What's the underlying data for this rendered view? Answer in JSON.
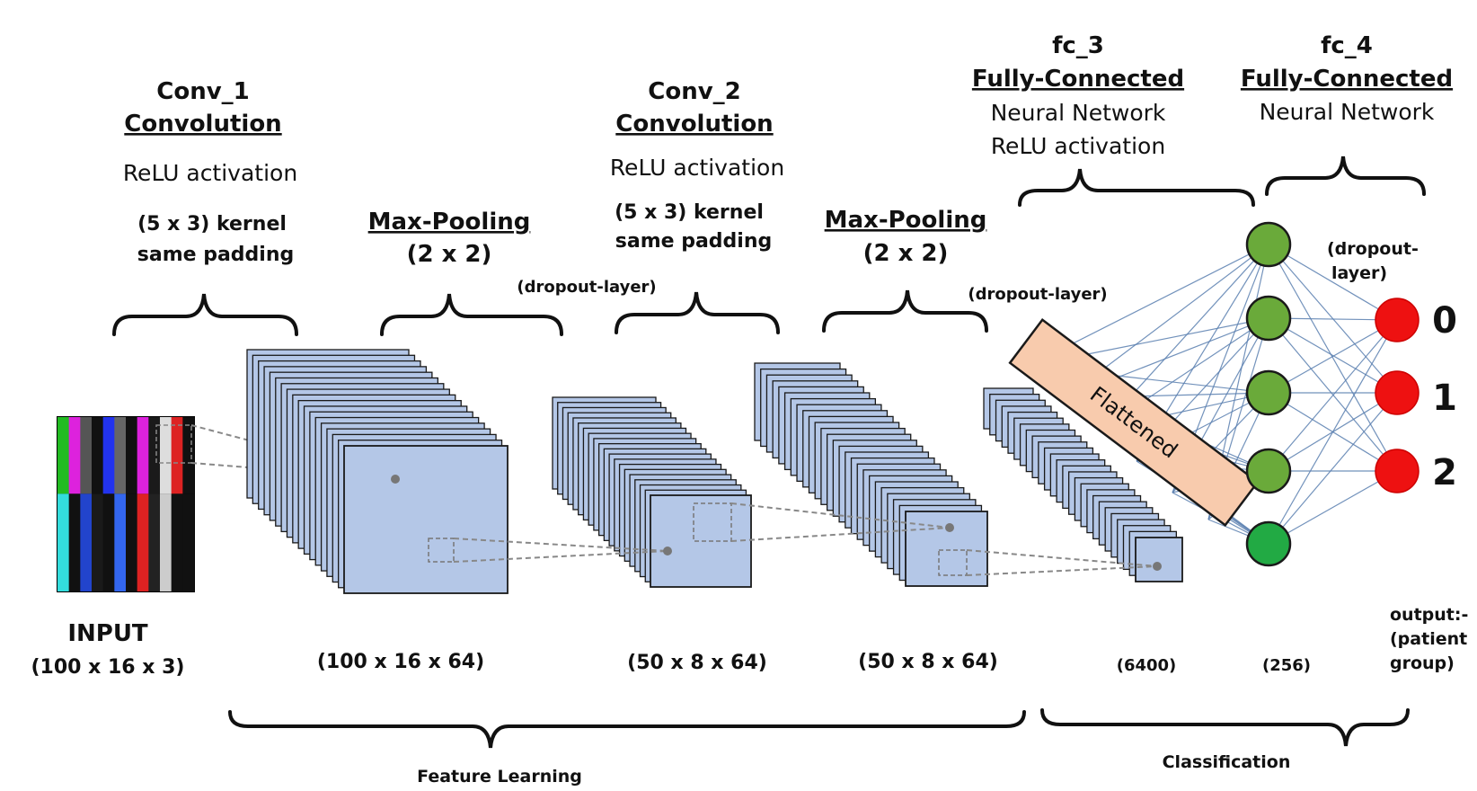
{
  "input": {
    "title": "INPUT",
    "shape": "(100 x 16 x 3)",
    "columns": [
      [
        "#22bb22",
        "#33dddd"
      ],
      [
        "#dd22dd",
        "#111111"
      ],
      [
        "#555555",
        "#2244cc"
      ],
      [
        "#111111",
        "#1a1a1a"
      ],
      [
        "#2233ee",
        "#111111"
      ],
      [
        "#666666",
        "#3366ee"
      ],
      [
        "#111111",
        "#111111"
      ],
      [
        "#dd22dd",
        "#dd2222"
      ],
      [
        "#1a1a1a",
        "#222222"
      ],
      [
        "#dddddd",
        "#cccccc"
      ],
      [
        "#dd2222",
        "#111111"
      ],
      [
        "#111111",
        "#111111"
      ]
    ]
  },
  "conv1": {
    "name": "Conv_1",
    "type": "Convolution",
    "activation": "ReLU activation",
    "kernel": "(5 x 3) kernel",
    "padding": "same padding",
    "shape": "(100 x 16 x 64)"
  },
  "pool1": {
    "type": "Max-Pooling",
    "size": "(2 x 2)",
    "dropout": "(dropout-layer)",
    "shape": "(50 x 8 x 64)"
  },
  "conv2": {
    "name": "Conv_2",
    "type": "Convolution",
    "activation": "ReLU activation",
    "kernel": "(5 x 3) kernel",
    "padding": "same padding"
  },
  "pool2": {
    "type": "Max-Pooling",
    "size": "(2 x 2)",
    "dropout": "(dropout-layer)",
    "shape": "(50 x 8 x 64)"
  },
  "flatten": {
    "label": "Flattened",
    "shape": "(6400)"
  },
  "fc3": {
    "name": "fc_3",
    "type": "Fully-Connected",
    "line1": "Neural Network",
    "line2": "ReLU activation",
    "shape": "(256)",
    "node_colors": [
      "#6aaa3a",
      "#6aaa3a",
      "#6aaa3a",
      "#6aaa3a",
      "#22aa44"
    ]
  },
  "fc4": {
    "name": "fc_4",
    "type": "Fully-Connected",
    "line1": "Neural Network",
    "dropout_line1": "(dropout-",
    "dropout_line2": "layer)"
  },
  "output": {
    "classes": [
      "0",
      "1",
      "2"
    ],
    "node_color": "#ee1111",
    "label_line1": "output:-",
    "label_line2": "(patient",
    "label_line3": "group)"
  },
  "groups": {
    "feature_learning": "Feature Learning",
    "classification": "Classification"
  },
  "colors": {
    "fmap_fill": "#b4c7e7",
    "fmap_stroke": "#1a1a1a",
    "flatten_fill": "#f8cbad",
    "connection": "#5a7fb0"
  }
}
